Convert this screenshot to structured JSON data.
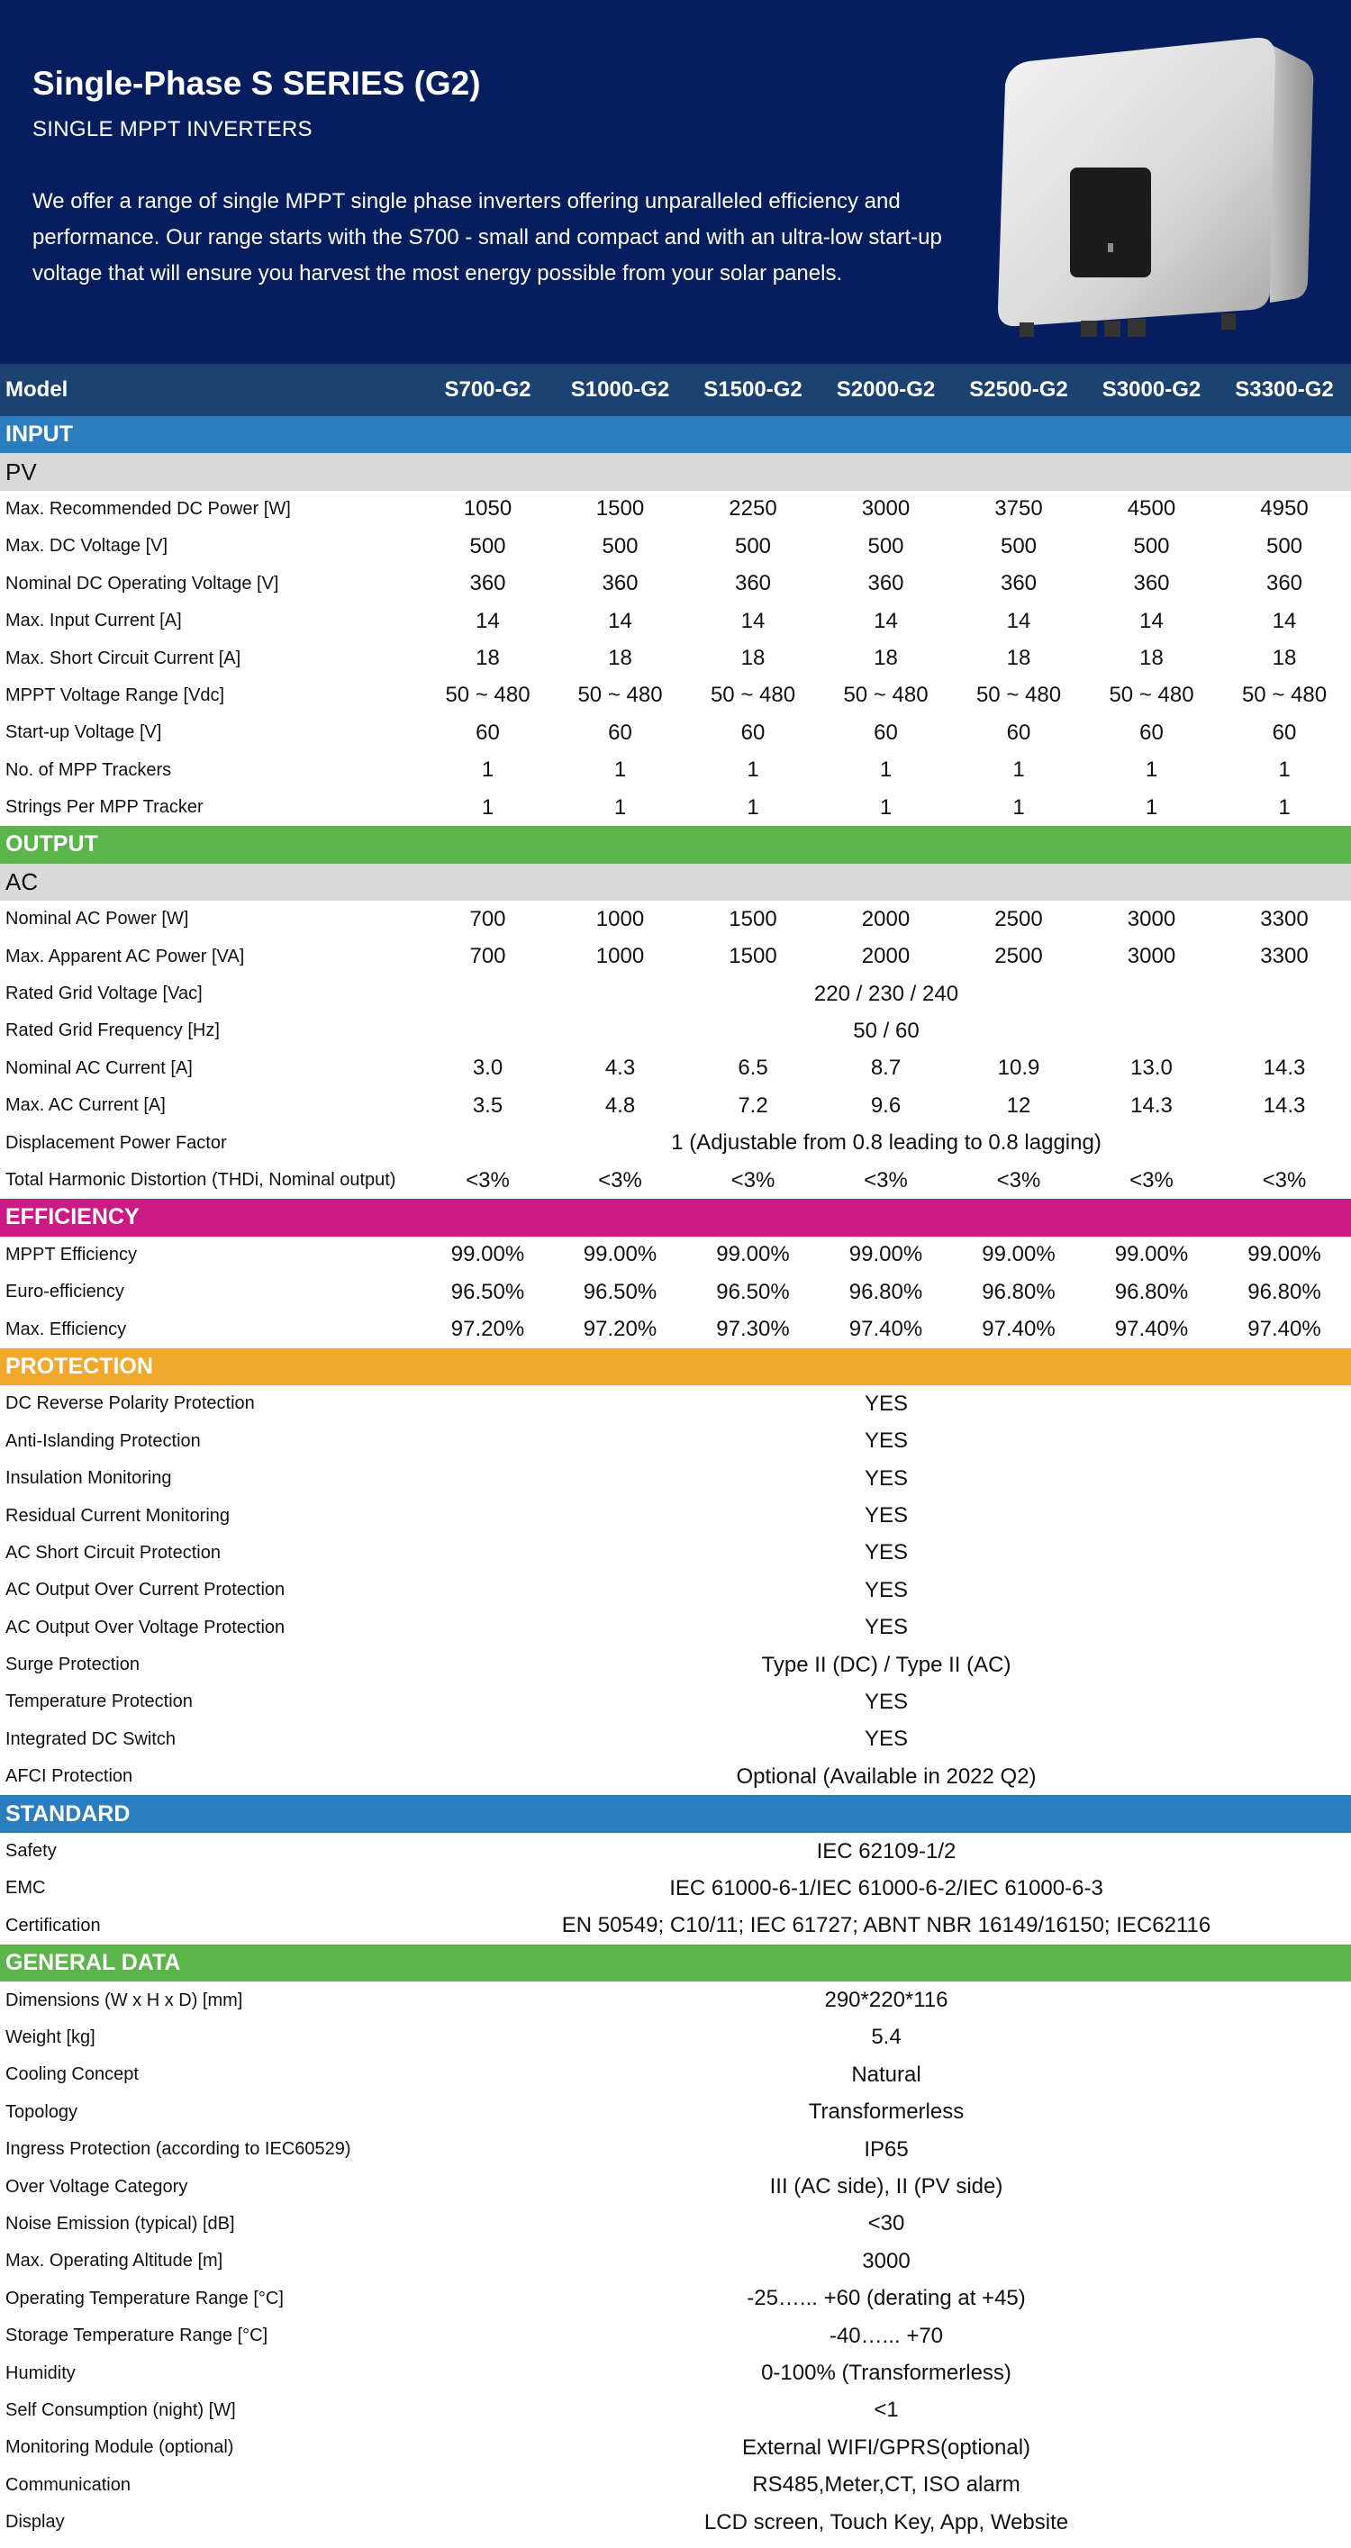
{
  "header": {
    "title": "Single-Phase S SERIES (G2)",
    "subtitle": "SINGLE MPPT INVERTERS",
    "description": "We offer a range of single MPPT single phase inverters offering unparalleled efficiency and performance. Our range starts with the S700 - small and compact and with an ultra-low start-up voltage that will ensure you harvest the most energy possible from your solar panels."
  },
  "table": {
    "model_label": "Model",
    "models": [
      "S700-G2",
      "S1000-G2",
      "S1500-G2",
      "S2000-G2",
      "S2500-G2",
      "S3000-G2",
      "S3300-G2"
    ],
    "groups": [
      {
        "title": "INPUT",
        "color": "#2a7dbf",
        "sub": "PV",
        "rows": [
          {
            "label": "Max. Recommended DC Power [W]",
            "values": [
              "1050",
              "1500",
              "2250",
              "3000",
              "3750",
              "4500",
              "4950"
            ]
          },
          {
            "label": "Max. DC Voltage [V]",
            "values": [
              "500",
              "500",
              "500",
              "500",
              "500",
              "500",
              "500"
            ]
          },
          {
            "label": "Nominal DC Operating Voltage [V]",
            "values": [
              "360",
              "360",
              "360",
              "360",
              "360",
              "360",
              "360"
            ]
          },
          {
            "label": "Max. Input Current [A]",
            "values": [
              "14",
              "14",
              "14",
              "14",
              "14",
              "14",
              "14"
            ]
          },
          {
            "label": "Max. Short Circuit Current [A]",
            "values": [
              "18",
              "18",
              "18",
              "18",
              "18",
              "18",
              "18"
            ]
          },
          {
            "label": "MPPT Voltage Range [Vdc]",
            "values": [
              "50 ~ 480",
              "50 ~ 480",
              "50 ~ 480",
              "50 ~ 480",
              "50 ~ 480",
              "50 ~ 480",
              "50 ~ 480"
            ]
          },
          {
            "label": "Start-up Voltage [V]",
            "values": [
              "60",
              "60",
              "60",
              "60",
              "60",
              "60",
              "60"
            ]
          },
          {
            "label": "No. of MPP Trackers",
            "values": [
              "1",
              "1",
              "1",
              "1",
              "1",
              "1",
              "1"
            ]
          },
          {
            "label": "Strings Per MPP Tracker",
            "values": [
              "1",
              "1",
              "1",
              "1",
              "1",
              "1",
              "1"
            ]
          }
        ]
      },
      {
        "title": "OUTPUT",
        "color": "#5cb54a",
        "sub": "AC",
        "rows": [
          {
            "label": "Nominal AC Power [W]",
            "values": [
              "700",
              "1000",
              "1500",
              "2000",
              "2500",
              "3000",
              "3300"
            ]
          },
          {
            "label": "Max. Apparent AC Power [VA]",
            "values": [
              "700",
              "1000",
              "1500",
              "2000",
              "2500",
              "3000",
              "3300"
            ]
          },
          {
            "label": "Rated Grid Voltage [Vac]",
            "span": "220 / 230 / 240"
          },
          {
            "label": "Rated Grid Frequency [Hz]",
            "span": "50 / 60"
          },
          {
            "label": "Nominal AC Current [A]",
            "values": [
              "3.0",
              "4.3",
              "6.5",
              "8.7",
              "10.9",
              "13.0",
              "14.3"
            ]
          },
          {
            "label": "Max. AC Current [A]",
            "values": [
              "3.5",
              "4.8",
              "7.2",
              "9.6",
              "12",
              "14.3",
              "14.3"
            ]
          },
          {
            "label": "Displacement Power Factor",
            "span": "1 (Adjustable from 0.8 leading to 0.8 lagging)"
          },
          {
            "label": "Total Harmonic Distortion (THDi, Nominal output)",
            "values": [
              "<3%",
              "<3%",
              "<3%",
              "<3%",
              "<3%",
              "<3%",
              "<3%"
            ]
          }
        ]
      },
      {
        "title": "EFFICIENCY",
        "color": "#cc1a85",
        "rows": [
          {
            "label": "MPPT Efficiency",
            "values": [
              "99.00%",
              "99.00%",
              "99.00%",
              "99.00%",
              "99.00%",
              "99.00%",
              "99.00%"
            ]
          },
          {
            "label": "Euro-efficiency",
            "values": [
              "96.50%",
              "96.50%",
              "96.50%",
              "96.80%",
              "96.80%",
              "96.80%",
              "96.80%"
            ]
          },
          {
            "label": "Max. Efficiency",
            "values": [
              "97.20%",
              "97.20%",
              "97.30%",
              "97.40%",
              "97.40%",
              "97.40%",
              "97.40%"
            ]
          }
        ]
      },
      {
        "title": "PROTECTION",
        "color": "#f0a92c",
        "rows": [
          {
            "label": "DC Reverse Polarity Protection",
            "span": "YES"
          },
          {
            "label": "Anti-Islanding Protection",
            "span": "YES"
          },
          {
            "label": "Insulation Monitoring",
            "span": "YES"
          },
          {
            "label": "Residual Current Monitoring",
            "span": "YES"
          },
          {
            "label": "AC Short Circuit Protection",
            "span": "YES"
          },
          {
            "label": "AC Output Over Current Protection",
            "span": "YES"
          },
          {
            "label": "AC Output Over Voltage Protection",
            "span": "YES"
          },
          {
            "label": "Surge Protection",
            "span": "Type II (DC) / Type II (AC)"
          },
          {
            "label": "Temperature Protection",
            "span": "YES"
          },
          {
            "label": "Integrated DC Switch",
            "span": "YES"
          },
          {
            "label": "AFCI Protection",
            "span": "Optional (Available in 2022 Q2)"
          }
        ]
      },
      {
        "title": "STANDARD",
        "color": "#2a7dbf",
        "rows": [
          {
            "label": "Safety",
            "span": "IEC 62109-1/2"
          },
          {
            "label": "EMC",
            "span": "IEC 61000-6-1/IEC 61000-6-2/IEC 61000-6-3"
          },
          {
            "label": "Certification",
            "span": "EN 50549; C10/11; IEC 61727; ABNT NBR 16149/16150; IEC62116"
          }
        ]
      },
      {
        "title": "GENERAL DATA",
        "color": "#5cb54a",
        "rows": [
          {
            "label": "Dimensions (W x H x D) [mm]",
            "span": "290*220*116"
          },
          {
            "label": "Weight [kg]",
            "span": "5.4"
          },
          {
            "label": "Cooling Concept",
            "span": "Natural"
          },
          {
            "label": "Topology",
            "span": "Transformerless"
          },
          {
            "label": "Ingress Protection (according to IEC60529)",
            "span": "IP65"
          },
          {
            "label": "Over Voltage Category",
            "span": "III (AC side), II (PV side)"
          },
          {
            "label": "Noise Emission (typical) [dB]",
            "span": "<30"
          },
          {
            "label": "Max. Operating Altitude [m]",
            "span": "3000"
          },
          {
            "label": "Operating Temperature Range [°C]",
            "span": "-25…... +60 (derating at +45)"
          },
          {
            "label": "Storage Temperature Range [°C]",
            "span": "-40…... +70"
          },
          {
            "label": "Humidity",
            "span": "0-100% (Transformerless)"
          },
          {
            "label": "Self Consumption (night) [W]",
            "span": "<1"
          },
          {
            "label": "Monitoring Module (optional)",
            "span": "External WIFI/GPRS(optional)"
          },
          {
            "label": "Communication",
            "span": "RS485,Meter,CT, ISO alarm"
          },
          {
            "label": "Display",
            "span": "LCD screen, Touch Key, App, Website"
          }
        ]
      }
    ]
  }
}
